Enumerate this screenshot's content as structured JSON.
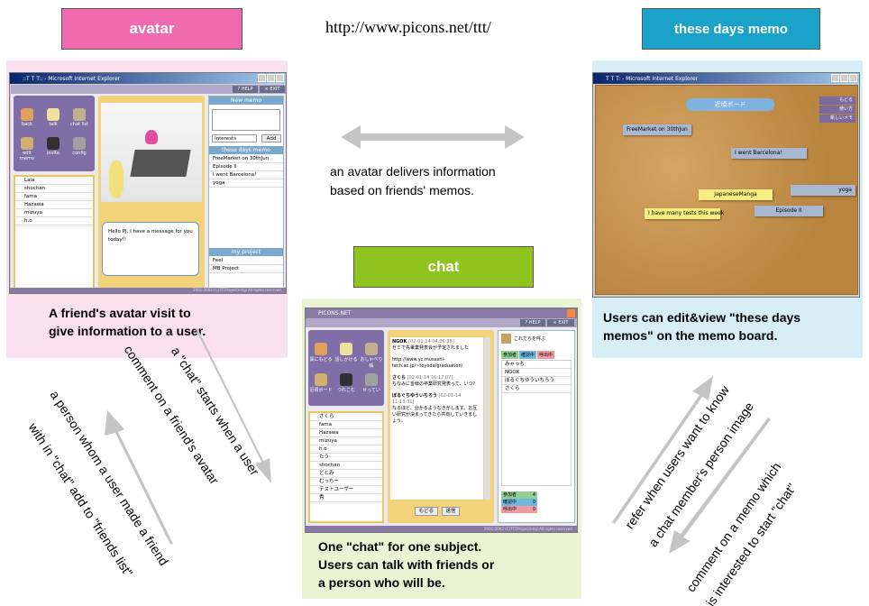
{
  "url": "http://www.picons.net/ttt/",
  "labels": {
    "avatar": "avatar",
    "memo": "these days memo",
    "chat": "chat"
  },
  "captions": {
    "avatar": [
      "A friend's avatar visit to",
      "give information to a user."
    ],
    "memo": [
      "Users can edit&view \"these days",
      "memos\" on the memo board."
    ],
    "chat": [
      "One \"chat\" for one subject.",
      "Users can talk with friends or",
      "a person who will be."
    ]
  },
  "center_text": [
    "an avatar delivers information",
    "based on friends' memos."
  ],
  "arrow_texts": {
    "left_upper": [
      "a \"chat\" starts when a user",
      "comment on a friend's avatar"
    ],
    "left_lower": [
      "a person whom a user made a friend",
      "with in \"chat\" add to \"friends list\""
    ],
    "right_upper": [
      "refer when users want to know",
      "a chat member's person image"
    ],
    "right_lower": [
      "comment on a memo which",
      "is interested to start \"chat\""
    ]
  },
  "avatar_window": {
    "title": "::T T T:: - Microsoft Internet Explorer",
    "help": "? HELP",
    "exit": "× EXIT",
    "tools": [
      "back",
      "talk",
      "chat list",
      "edit memo",
      "invite",
      "config"
    ],
    "friends": [
      "Lala",
      "shochan",
      "fama",
      "Hazawa",
      "mizuya",
      "h.o"
    ],
    "speech": "Hello PJ, I have a message for you today!!",
    "new_memo_header": "New memo",
    "interests_select": "Interests",
    "add_button": "Add",
    "memo_header": "these days memo",
    "memos": [
      "FreeMarket on 30thJun",
      "Episode II",
      "I went Barcelona!",
      "yoga"
    ],
    "project_header": "my project",
    "projects": [
      "Feel",
      "MB Project"
    ],
    "footer": "2001-2002 (C)TTTProject/imgl All rights reserved."
  },
  "memo_window": {
    "title": "T T T: - Microsoft Internet Explorer",
    "board_title": "近頃ボード",
    "side_buttons": [
      "もどる",
      "使い方",
      "新しいメモ"
    ],
    "notes": [
      "FreeMarket on 30thJun",
      "I went Barcelona!",
      "JapaneseManga",
      "yoga",
      "I have many tests this week",
      "Episode II"
    ]
  },
  "chat_window": {
    "title": "PICONS.NET",
    "help": "? HELP",
    "exit": "× EXIT",
    "tools": [
      "異にもどる",
      "話しかける",
      "おしゃべり帳",
      "近頃ボード",
      "つれこむ",
      "せってい"
    ],
    "friends": [
      "さくら",
      "fama",
      "Hazawa",
      "mizuya",
      "h.o",
      "たう",
      "shochan",
      "どとみ",
      "むっちー",
      "テストユーザー",
      "秀"
    ],
    "messages": [
      {
        "name": "NGOK",
        "time": "[02-01-14 04:36:38]",
        "text": "ゼミで先輩業発表会が予定されました"
      },
      {
        "name": "",
        "time": "",
        "text": "http://www.yc.musashi-tech.ac.jp/~toyoda/graduation/"
      },
      {
        "name": "さくら",
        "time": "[02-01-14 10:17:07]",
        "text": "ちなみに皆様の卒業研究発表って、いつ？"
      },
      {
        "name": "ぼるぐちゆういちろう",
        "time": "[02-01-14 11:13:31]",
        "text": "なるほど、分かるようなきがします。お互い研究が決まってきたら共有していきましょう。"
      }
    ],
    "back_button": "もどる",
    "send_button": "送信",
    "member_title": "これだらを呼ぶ",
    "tabs": [
      "参加者",
      "確認中",
      "呼出中"
    ],
    "members": [
      "みゃっち",
      "NGOK",
      "ぼるぐちゆういちろう",
      "さくら"
    ],
    "stats": [
      {
        "label": "参加者",
        "value": "4"
      },
      {
        "label": "確認中",
        "value": "0"
      },
      {
        "label": "呼出中",
        "value": "0"
      }
    ],
    "footer": "2001-2002 (C)TTTProject/imgl All rights reserved."
  },
  "colors": {
    "avatar_label": "#f06ab0",
    "memo_label": "#1aa2c8",
    "chat_label": "#8fc41f",
    "avatar_caption_bg": "#fbe0ee",
    "memo_caption_bg": "#d7eef6",
    "chat_caption_bg": "#eaf4d3",
    "arrow": "#c4c4c4"
  }
}
